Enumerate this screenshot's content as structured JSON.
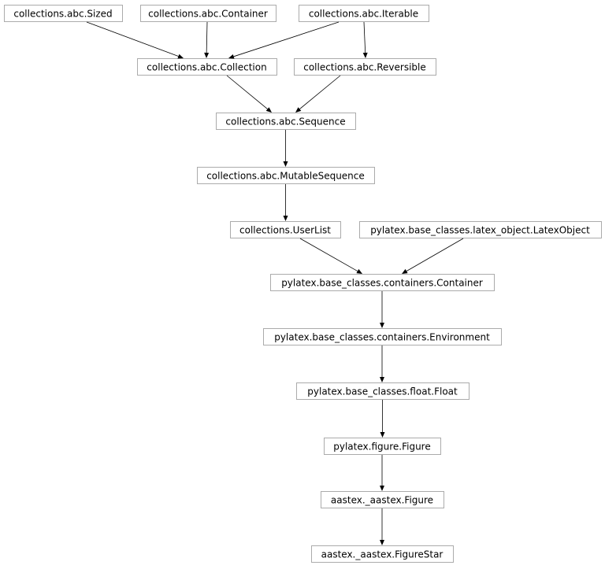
{
  "diagram": {
    "nodes": [
      {
        "id": "sized",
        "label": "collections.abc.Sized"
      },
      {
        "id": "container_abc",
        "label": "collections.abc.Container"
      },
      {
        "id": "iterable",
        "label": "collections.abc.Iterable"
      },
      {
        "id": "collection",
        "label": "collections.abc.Collection"
      },
      {
        "id": "reversible",
        "label": "collections.abc.Reversible"
      },
      {
        "id": "sequence",
        "label": "collections.abc.Sequence"
      },
      {
        "id": "mutable_sequence",
        "label": "collections.abc.MutableSequence"
      },
      {
        "id": "userlist",
        "label": "collections.UserList"
      },
      {
        "id": "latex_object",
        "label": "pylatex.base_classes.latex_object.LatexObject"
      },
      {
        "id": "pl_container",
        "label": "pylatex.base_classes.containers.Container"
      },
      {
        "id": "environment",
        "label": "pylatex.base_classes.containers.Environment"
      },
      {
        "id": "float",
        "label": "pylatex.base_classes.float.Float"
      },
      {
        "id": "pl_figure",
        "label": "pylatex.figure.Figure"
      },
      {
        "id": "aas_figure",
        "label": "aastex._aastex.Figure"
      },
      {
        "id": "aas_figurestar",
        "label": "aastex._aastex.FigureStar"
      }
    ],
    "edges": [
      {
        "from": "sized",
        "to": "collection"
      },
      {
        "from": "container_abc",
        "to": "collection"
      },
      {
        "from": "iterable",
        "to": "collection"
      },
      {
        "from": "iterable",
        "to": "reversible"
      },
      {
        "from": "collection",
        "to": "sequence"
      },
      {
        "from": "reversible",
        "to": "sequence"
      },
      {
        "from": "sequence",
        "to": "mutable_sequence"
      },
      {
        "from": "mutable_sequence",
        "to": "userlist"
      },
      {
        "from": "userlist",
        "to": "pl_container"
      },
      {
        "from": "latex_object",
        "to": "pl_container"
      },
      {
        "from": "pl_container",
        "to": "environment"
      },
      {
        "from": "environment",
        "to": "float"
      },
      {
        "from": "float",
        "to": "pl_figure"
      },
      {
        "from": "pl_figure",
        "to": "aas_figure"
      },
      {
        "from": "aas_figure",
        "to": "aas_figurestar"
      }
    ]
  }
}
